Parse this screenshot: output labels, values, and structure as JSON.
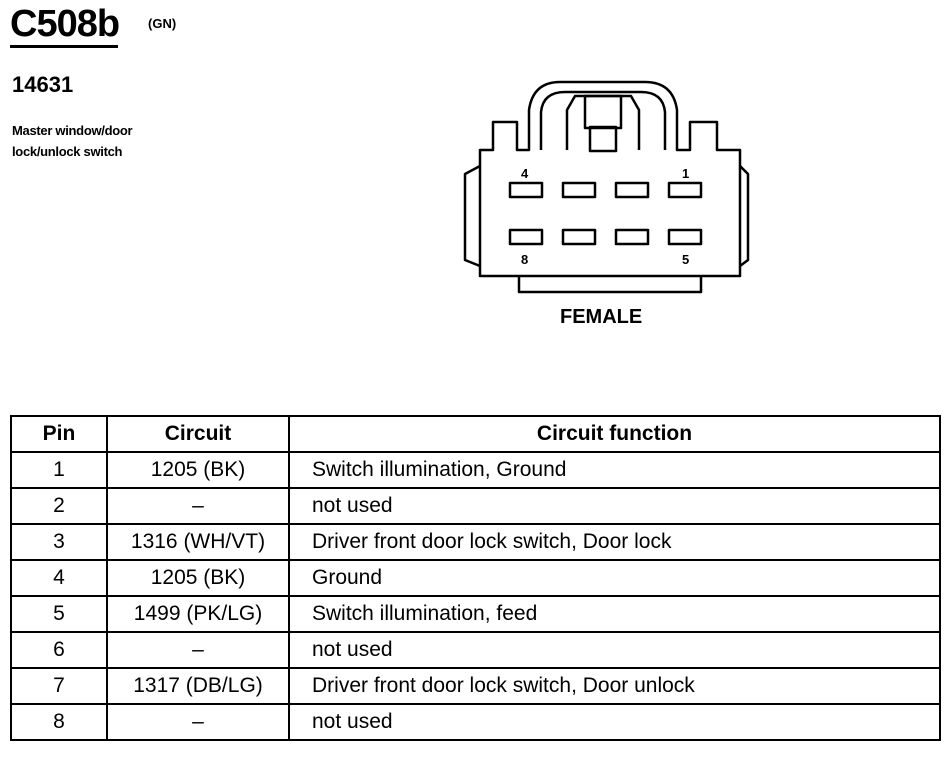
{
  "header": {
    "connector_id": "C508b",
    "color_code": "(GN)",
    "part_number": "14631",
    "description_lines": [
      "Master window/door",
      "lock/unlock switch"
    ]
  },
  "diagram": {
    "pin_labels": {
      "top_left": "4",
      "top_right": "1",
      "bottom_left": "8",
      "bottom_right": "5"
    },
    "face_label": "FEMALE"
  },
  "table": {
    "headers": [
      "Pin",
      "Circuit",
      "Circuit function"
    ],
    "rows": [
      {
        "pin": "1",
        "circuit": "1205 (BK)",
        "function": "Switch illumination, Ground"
      },
      {
        "pin": "2",
        "circuit": "–",
        "function": "not used"
      },
      {
        "pin": "3",
        "circuit": "1316 (WH/VT)",
        "function": "Driver front door lock switch, Door lock"
      },
      {
        "pin": "4",
        "circuit": "1205 (BK)",
        "function": "Ground"
      },
      {
        "pin": "5",
        "circuit": "1499 (PK/LG)",
        "function": "Switch illumination, feed"
      },
      {
        "pin": "6",
        "circuit": "–",
        "function": "not used"
      },
      {
        "pin": "7",
        "circuit": "1317 (DB/LG)",
        "function": "Driver front door lock switch, Door unlock"
      },
      {
        "pin": "8",
        "circuit": "–",
        "function": "not used"
      }
    ]
  }
}
